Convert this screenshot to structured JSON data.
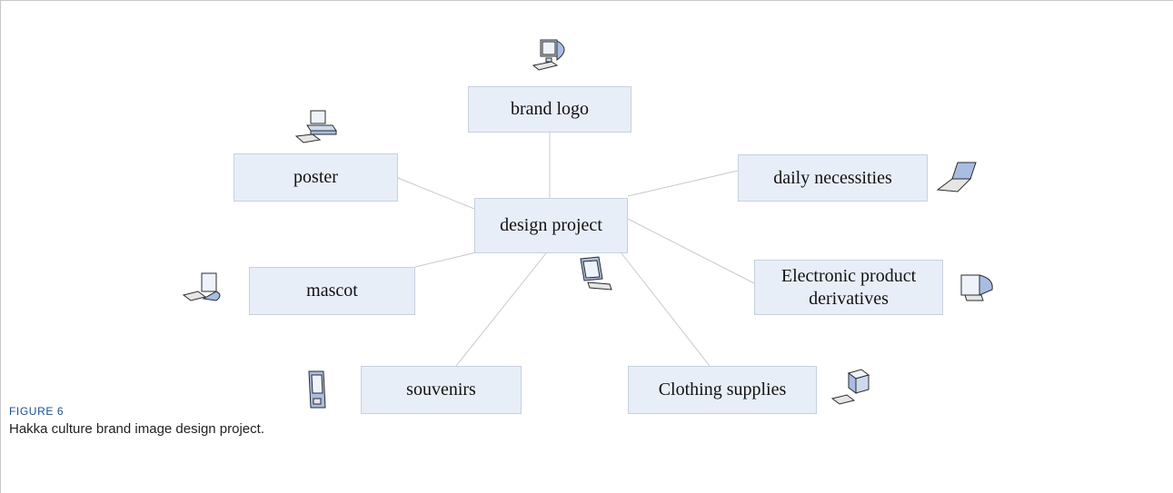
{
  "diagram": {
    "center": {
      "id": "center",
      "label": "design project"
    },
    "nodes": [
      {
        "id": "brand-logo",
        "label": "brand logo",
        "icon": "speaker-computer-icon"
      },
      {
        "id": "poster",
        "label": "poster",
        "icon": "desktop-pc-icon"
      },
      {
        "id": "daily-necessities",
        "label": "daily necessities",
        "icon": "laptop-icon"
      },
      {
        "id": "mascot",
        "label": "mascot",
        "icon": "flat-monitor-icon"
      },
      {
        "id": "electronic-product",
        "label": "Electronic product derivatives",
        "icon": "crt-monitor-icon"
      },
      {
        "id": "souvenirs",
        "label": "souvenirs",
        "icon": "pda-icon"
      },
      {
        "id": "clothing-supplies",
        "label": "Clothing supplies",
        "icon": "cube-computer-icon"
      }
    ],
    "center_icon": "lcd-monitor-icon",
    "colors": {
      "box_fill": "#e8eef8",
      "box_border": "#c7d0de",
      "connector": "#c9c9c9",
      "icon_blue": "#9fb3d9"
    }
  },
  "caption": {
    "label": "FIGURE 6",
    "text": "Hakka culture brand image design project."
  }
}
